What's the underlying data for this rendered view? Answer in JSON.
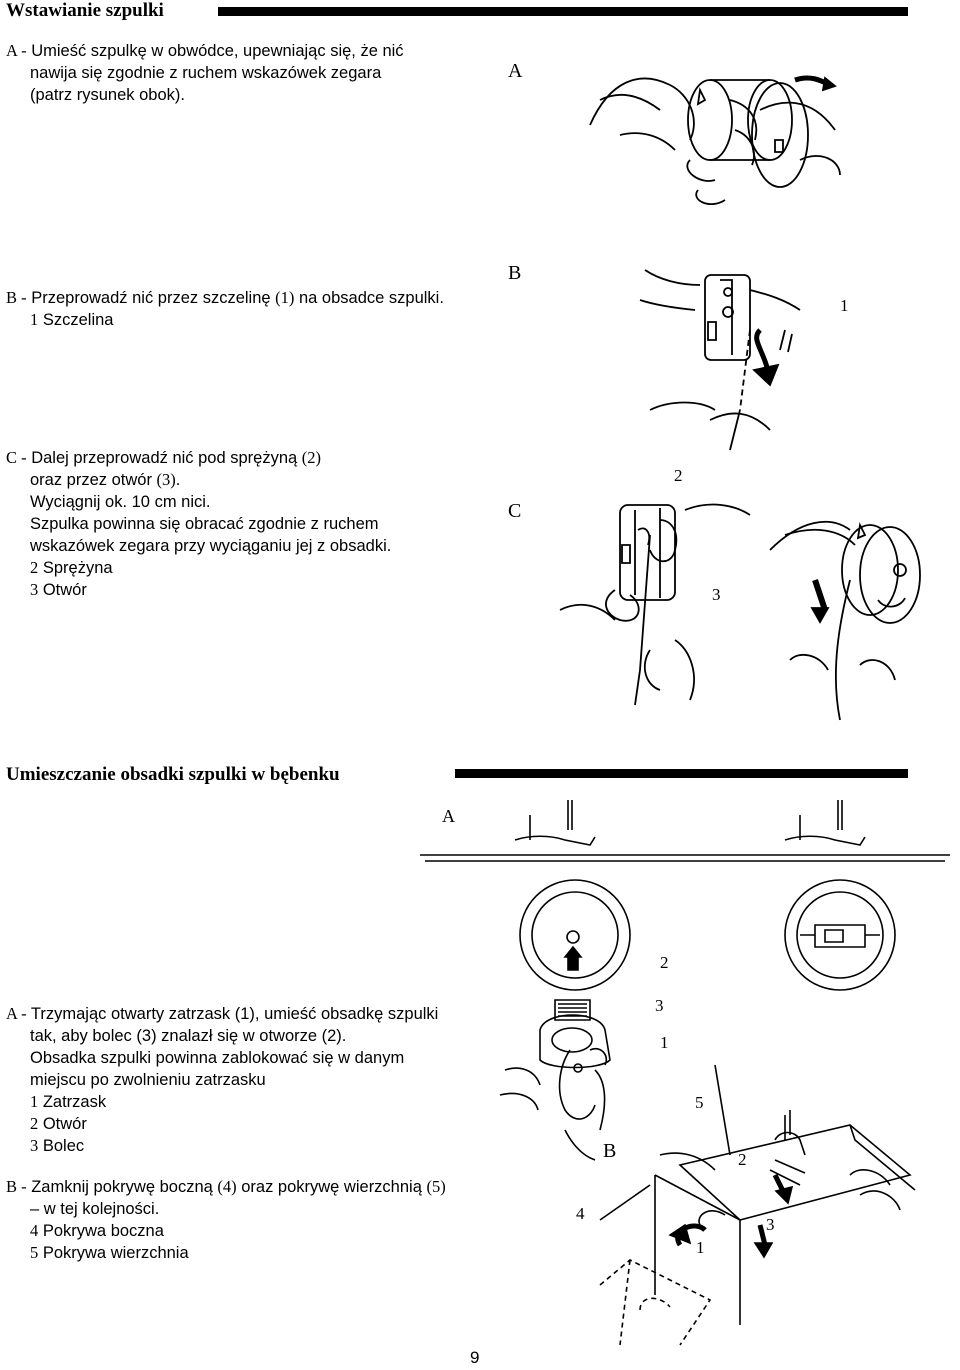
{
  "section1": {
    "heading": "Wstawianie szpulki",
    "stepA": {
      "tag": "A -",
      "lines": [
        "Umieść szpulkę w obwódce, upewniając się, że nić",
        "nawija się zgodnie z ruchem wskazówek zegara",
        "(patrz rysunek obok)."
      ],
      "figure_label": "A"
    },
    "stepB": {
      "tag": "B -",
      "line1_pre": "Przeprowadź nić przez szczelinę ",
      "line1_ref": "(1)",
      "line1_post": " na obsadce szpulki.",
      "legend": [
        {
          "num": "1",
          "text": "Szczelina"
        }
      ],
      "figure_label": "B",
      "figure_num": "1"
    },
    "stepC": {
      "tag": "C -",
      "line1_pre": "Dalej przeprowadź nić pod sprężyną ",
      "line1_ref": "(2)",
      "line2_pre": "oraz przez otwór ",
      "line2_ref": "(3)",
      "line2_post": ".",
      "lines": [
        "Wyciągnij ok. 10 cm nici.",
        "Szpulka powinna się obracać zgodnie z ruchem",
        "wskazówek zegara przy wyciąganiu jej z obsadki."
      ],
      "legend": [
        {
          "num": "2",
          "text": "Sprężyna"
        },
        {
          "num": "3",
          "text": "Otwór"
        }
      ],
      "figure_label": "C",
      "figure_num_2": "2",
      "figure_num_3": "3"
    }
  },
  "section2": {
    "heading": "Umieszczanie obsadki szpulki w bębenku",
    "figure_label_A": "A",
    "figure_label_B": "B",
    "figure_nums": {
      "n2": "2",
      "n3": "3",
      "n1": "1",
      "n5": "5",
      "n4": "4",
      "b2": "2",
      "b3": "3",
      "b1": "1"
    },
    "stepA": {
      "tag": "A -",
      "lines": [
        "Trzymając otwarty zatrzask (1), umieść obsadkę szpulki",
        "tak, aby bolec (3) znalazł się w otworze (2).",
        "Obsadka szpulki powinna zablokować się w danym",
        "miejscu po zwolnieniu zatrzasku"
      ],
      "legend": [
        {
          "num": "1",
          "text": "Zatrzask"
        },
        {
          "num": "2",
          "text": "Otwór"
        },
        {
          "num": "3",
          "text": "Bolec"
        }
      ]
    },
    "stepB": {
      "tag": "B -",
      "line1_pre": "Zamknij pokrywę boczną ",
      "line1_ref1": "(4)",
      "line1_mid": " oraz pokrywę wierzchnią ",
      "line1_ref2": "(5)",
      "line2": "– w tej kolejności.",
      "legend": [
        {
          "num": "4",
          "text": "Pokrywa boczna"
        },
        {
          "num": "5",
          "text": "Pokrywa wierzchnia"
        }
      ]
    }
  },
  "page_number": "9"
}
